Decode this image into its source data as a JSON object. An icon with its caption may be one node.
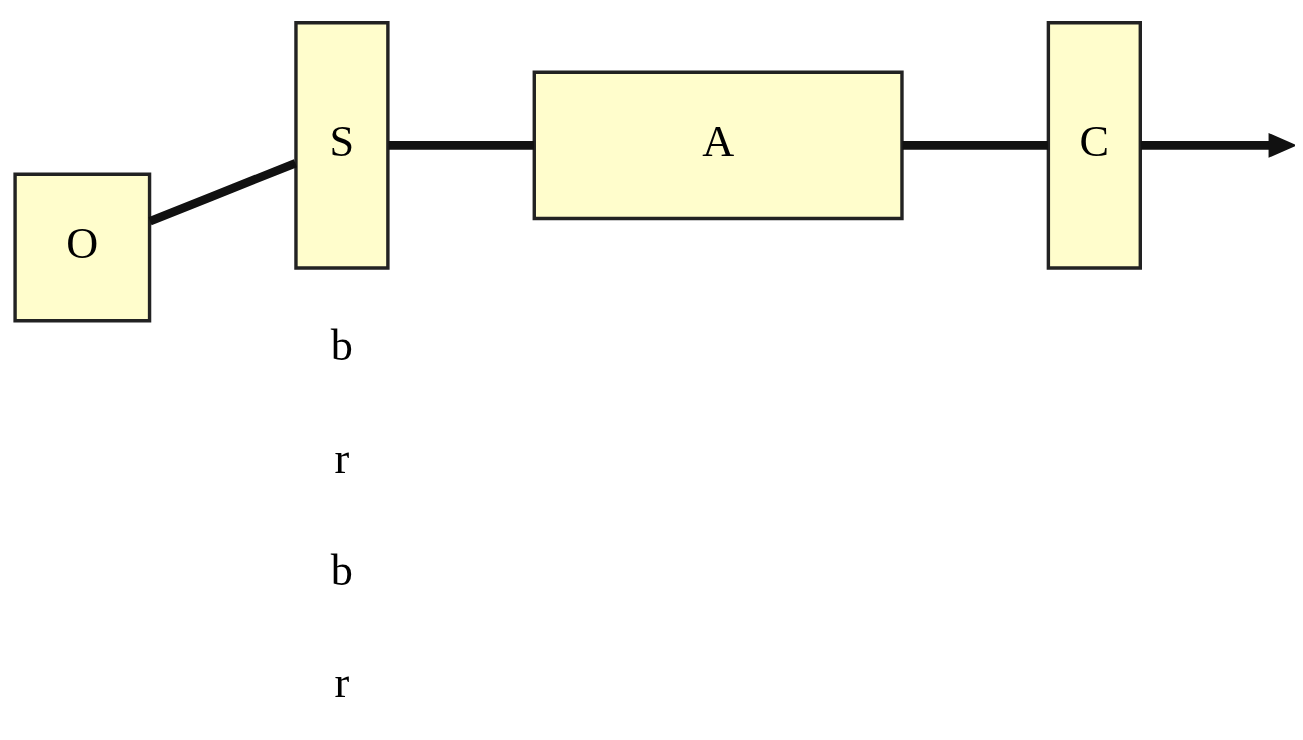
{
  "diagram": {
    "nodes": [
      {
        "text": [
          "O"
        ]
      },
      {
        "text": [
          "S"
        ]
      },
      {
        "text": [
          "A"
        ]
      },
      {
        "text": [
          "C"
        ]
      }
    ],
    "edges": [
      {
        "from": 0,
        "to": 1,
        "arrow": "none"
      },
      {
        "from": 1,
        "to": 2,
        "arrow": "none"
      },
      {
        "from": 2,
        "to": 3,
        "arrow": "none"
      },
      {
        "from": 3,
        "to": null,
        "arrow": "to"
      }
    ],
    "labels": [
      "b",
      "r",
      "b",
      "r"
    ]
  }
}
